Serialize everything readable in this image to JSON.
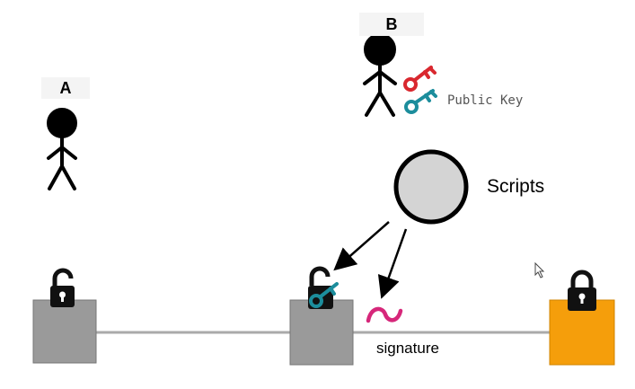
{
  "actors": {
    "a": {
      "label": "A"
    },
    "b": {
      "label": "B"
    }
  },
  "labels": {
    "public_key": "Public Key",
    "scripts": "Scripts",
    "signature": "signature"
  },
  "colors": {
    "box_gray": "#9a9a9a",
    "box_orange": "#f59e0b",
    "key_red": "#d9282f",
    "key_teal": "#1c8d9c",
    "signature_pink": "#d6277a",
    "circle_fill": "#d4d4d4",
    "line_gray": "#aaaaaa"
  },
  "icons": [
    "stick-figure-icon",
    "key-icon",
    "unlocked-padlock-icon",
    "locked-padlock-icon",
    "cursor-icon",
    "signature-squiggle-icon"
  ]
}
